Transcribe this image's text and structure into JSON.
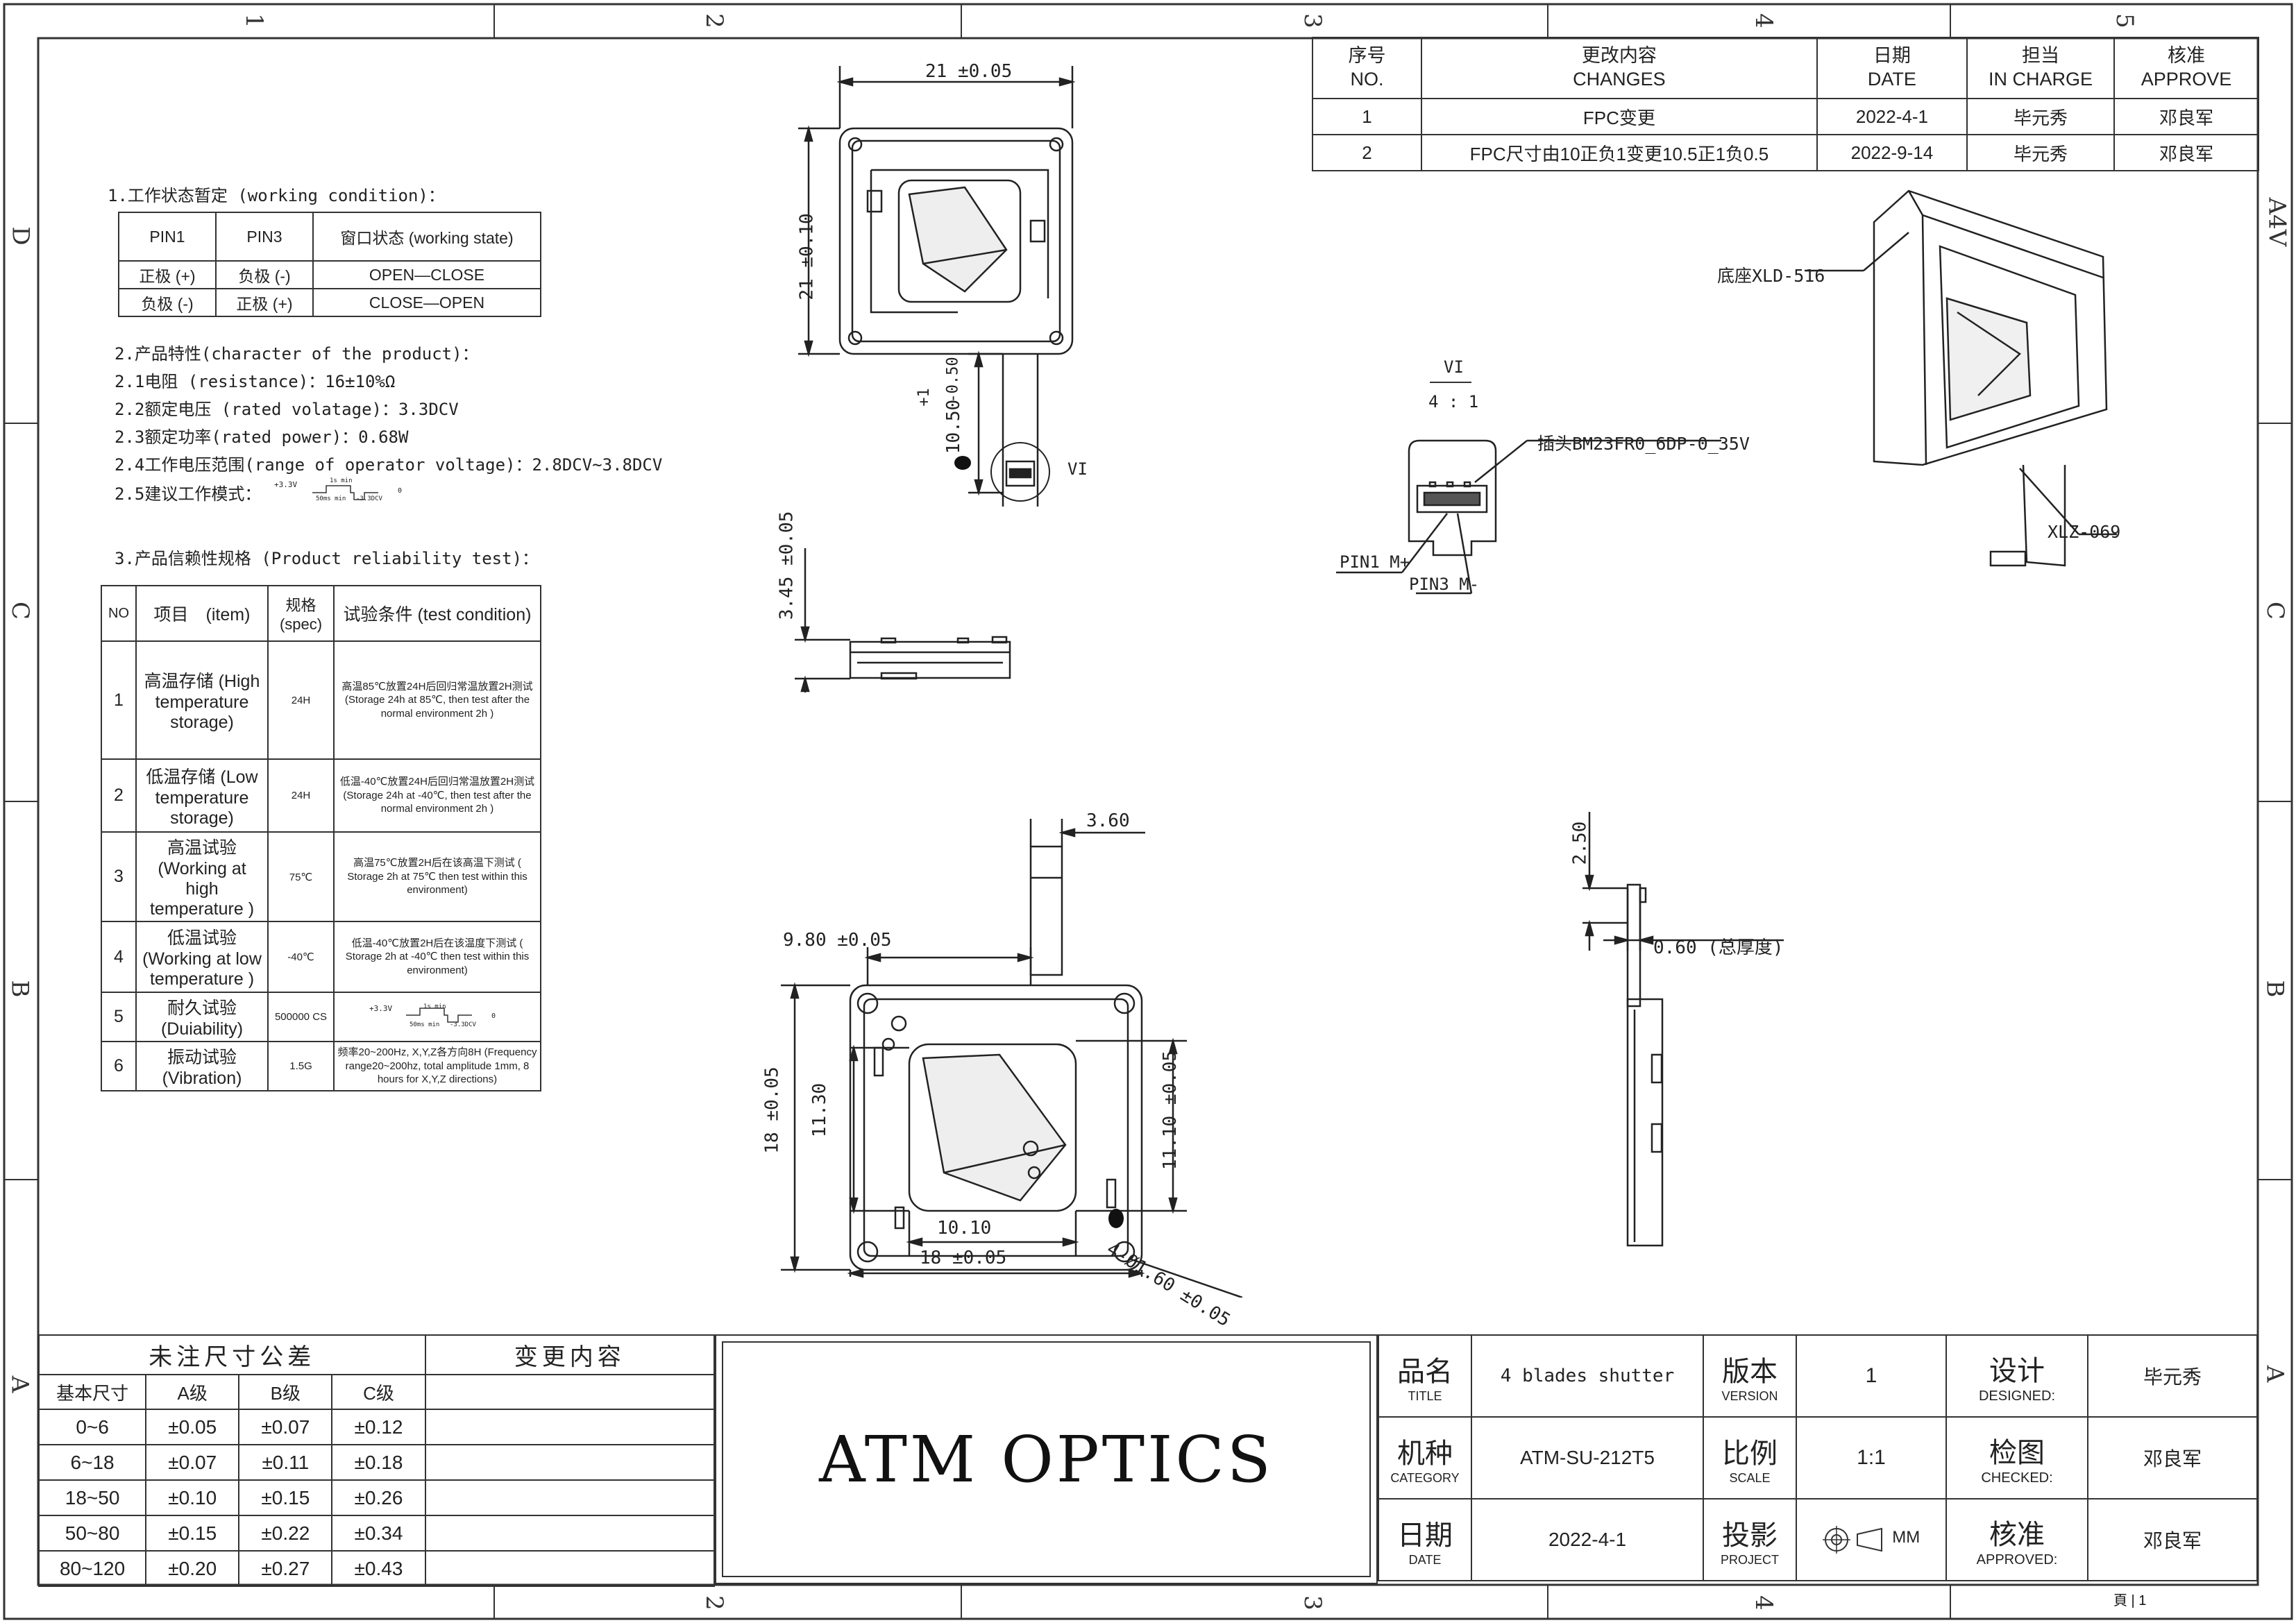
{
  "border": {
    "cols_top": [
      "1",
      "2",
      "3",
      "4",
      "5"
    ],
    "cols_bottom": [
      "2",
      "3",
      "4"
    ],
    "rows_left": [
      "D",
      "C",
      "B",
      "A"
    ],
    "rows_right": [
      "A4V",
      "C",
      "B",
      "A"
    ]
  },
  "revision_table": {
    "headers": [
      {
        "cn": "序号",
        "en": "NO."
      },
      {
        "cn": "更改内容",
        "en": "CHANGES"
      },
      {
        "cn": "日期",
        "en": "DATE"
      },
      {
        "cn": "担当",
        "en": "IN CHARGE"
      },
      {
        "cn": "核准",
        "en": "APPROVE"
      }
    ],
    "rows": [
      [
        "1",
        "FPC变更",
        "2022-4-1",
        "毕元秀",
        "邓良军"
      ],
      [
        "2",
        "FPC尺寸由10正负1变更10.5正1负0.5",
        "2022-9-14",
        "毕元秀",
        "邓良军"
      ]
    ]
  },
  "working": {
    "title": "1.工作状态暂定 (working condition)：",
    "headers": [
      "PIN1",
      "PIN3",
      "窗口状态 (working state)"
    ],
    "rows": [
      [
        "正极 (+)",
        "负极 (-)",
        "OPEN—CLOSE"
      ],
      [
        "负极 (-)",
        "正极 (+)",
        "CLOSE—OPEN"
      ]
    ]
  },
  "character": {
    "title": "2.产品特性(character of the product)：",
    "lines": [
      "2.1电阻 (resistance)：16±10%Ω",
      "2.2额定电压 (rated volatage)：3.3DCV",
      "2.3额定功率(rated power)：0.68W",
      "2.4工作电压范围(range of operator voltage)：2.8DCV~3.8DCV",
      "2.5建议工作模式："
    ],
    "wave": {
      "v_pos": "+3.3V",
      "t1": "1s min",
      "t2": "50ms min",
      "v_neg": "-3.3DCV",
      "zero": "0"
    }
  },
  "reliability": {
    "title": "3.产品信赖性规格 (Product reliability test)：",
    "headers": [
      "NO",
      "项目　(item)",
      "规格 (spec)",
      "试验条件 (test condition)"
    ],
    "rows": [
      {
        "no": "1",
        "item": "高温存储 (High temperature storage)",
        "spec": "24H",
        "cond": "高温85℃放置24H后回归常温放置2H测试 (Storage 24h at 85℃, then test after the normal environment 2h )"
      },
      {
        "no": "2",
        "item": "低温存储 (Low temperature storage)",
        "spec": "24H",
        "cond": "低温-40℃放置24H后回归常温放置2H测试 (Storage 24h at -40℃, then test after the normal environment 2h )"
      },
      {
        "no": "3",
        "item": "高温试验 (Working at high temperature )",
        "spec": "75℃",
        "cond": "高温75℃放置2H后在该高温下测试 ( Storage 2h at 75℃ then test within this environment)"
      },
      {
        "no": "4",
        "item": "低温试验 (Working at low temperature )",
        "spec": "-40℃",
        "cond": "低温-40℃放置2H后在该温度下测试 ( Storage 2h at -40℃ then test within this environment)"
      },
      {
        "no": "5",
        "item": "耐久试验 (Duiability)",
        "spec": "500000 CS",
        "cond": ""
      },
      {
        "no": "6",
        "item": "振动试验 (Vibration)",
        "spec": "1.5G",
        "cond": "频率20~200Hz, X,Y,Z各方向8H (Frequency range20~200hz, total amplitude 1mm, 8 hours for X,Y,Z directions)"
      }
    ]
  },
  "dims": {
    "top_width": "21 ±0.05",
    "top_height": "21 ±0.10",
    "fpc_len": "10.50",
    "fpc_tol_plus": "+1",
    "fpc_tol_minus": "-0.50",
    "detail_tag": "VI",
    "side_height": "3.45 ±0.05",
    "fpc_width": "3.60",
    "hole_offset": "9.80 ±0.05",
    "inner_h": "11.30",
    "outer_h": "18 ±0.05",
    "win_h": "11.10 ±0.05",
    "win_w": "10.10",
    "outer_w": "18 ±0.05",
    "hole_dia": "4-Ø1.60 ±0.05",
    "thick_a": "2.50",
    "thick_total": "0.60 (总厚度)"
  },
  "detail": {
    "tag": "VI",
    "scale": "4 : 1",
    "connector": "插头BM23FR0_6DP-0_35V",
    "pin1": "PIN1 M+",
    "pin3": "PIN3 M-"
  },
  "iso": {
    "base": "底座XLD-516",
    "fpc": "XLZ-069"
  },
  "tolerance": {
    "title": "未注尺寸公差",
    "change_title": "变更内容",
    "headers": [
      "基本尺寸",
      "A级",
      "B级",
      "C级"
    ],
    "rows": [
      [
        "0~6",
        "±0.05",
        "±0.07",
        "±0.12"
      ],
      [
        "6~18",
        "±0.07",
        "±0.11",
        "±0.18"
      ],
      [
        "18~50",
        "±0.10",
        "±0.15",
        "±0.26"
      ],
      [
        "50~80",
        "±0.15",
        "±0.22",
        "±0.34"
      ],
      [
        "80~120",
        "±0.20",
        "±0.27",
        "±0.43"
      ]
    ]
  },
  "company": "ATM OPTICS",
  "title_block": {
    "name_cn": "品名",
    "name_en": "TITLE",
    "name_val": "4 blades shutter",
    "ver_cn": "版本",
    "ver_en": "VERSION",
    "ver_val": "1",
    "design_cn": "设计",
    "design_en": "DESIGNED:",
    "design_val": "毕元秀",
    "cat_cn": "机种",
    "cat_en": "CATEGORY",
    "cat_val": "ATM-SU-212T5",
    "scale_cn": "比例",
    "scale_en": "SCALE",
    "scale_val": "1:1",
    "check_cn": "检图",
    "check_en": "CHECKED:",
    "check_val": "邓良军",
    "date_cn": "日期",
    "date_en": "DATE",
    "date_val": "2022-4-1",
    "proj_cn": "投影",
    "proj_en": "PROJECT",
    "proj_val": "MM",
    "appr_cn": "核准",
    "appr_en": "APPROVED:",
    "appr_val": "邓良军",
    "page": "頁 | 1"
  }
}
